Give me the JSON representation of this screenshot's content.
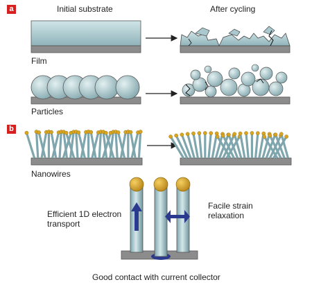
{
  "panel_a": {
    "badge": "a",
    "col_before": "Initial substrate",
    "col_after": "After cycling",
    "row_film": "Film",
    "row_particles": "Particles"
  },
  "panel_b": {
    "badge": "b",
    "row_nanowires": "Nanowires",
    "transport_label": "Efficient 1D electron transport",
    "strain_label": "Facile strain relaxation",
    "contact_label": "Good contact with current collector"
  },
  "colors": {
    "substrate": "#8c8c8c",
    "active": "#a9c9ce",
    "tip": "#d9a521",
    "arrow": "#2b3a8f",
    "badge": "#d6201f"
  }
}
